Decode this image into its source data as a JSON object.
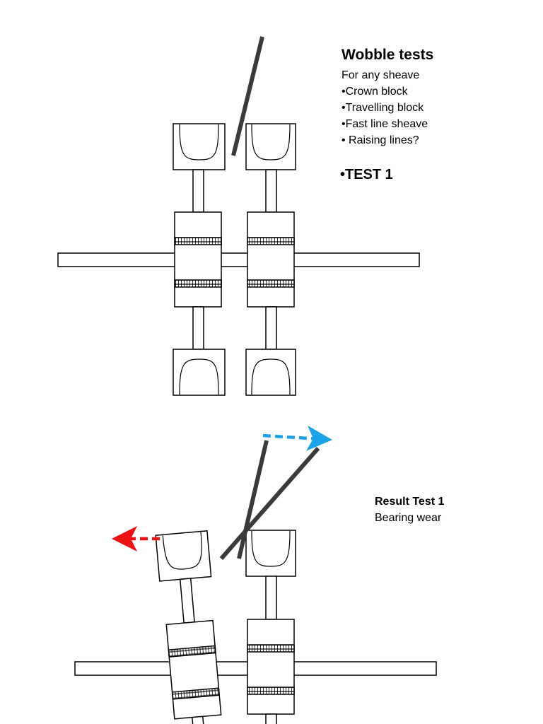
{
  "notes": {
    "title": "Wobble tests",
    "lines": [
      "For any sheave",
      "•Crown block",
      "•Travelling block",
      "•Fast line sheave",
      "• Raising lines?"
    ],
    "test_label": "•TEST 1"
  },
  "result": {
    "title": "Result Test 1",
    "text": "Bearing wear"
  },
  "colors": {
    "outline": "#000000",
    "rope": "#3a3a3a",
    "arrow_right": "#1aa3e8",
    "arrow_left": "#ee1111"
  }
}
